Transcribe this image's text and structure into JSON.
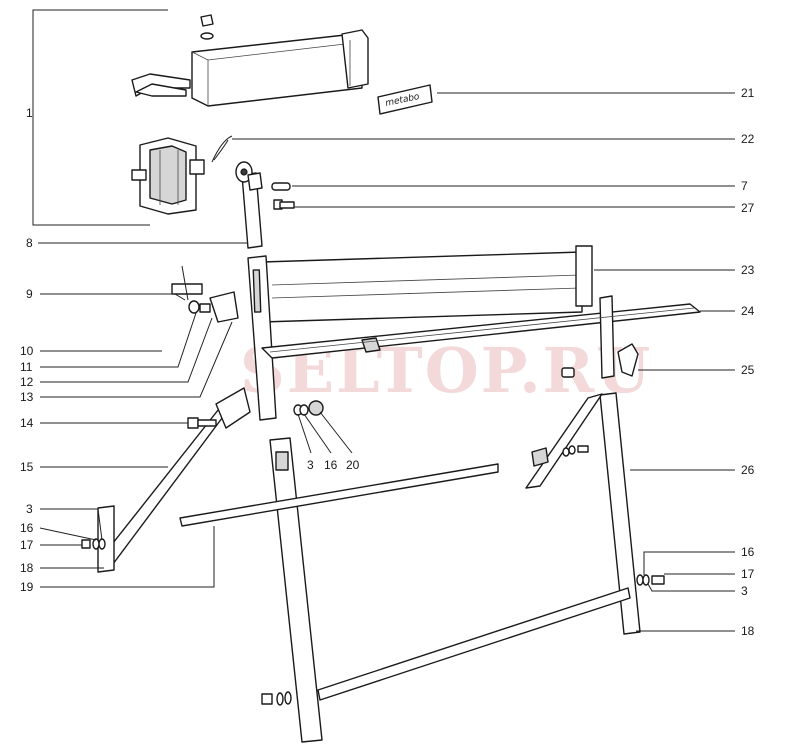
{
  "watermark": "SELTOP.RU",
  "brand_plate": "metabo",
  "callouts": {
    "c1": "1",
    "c21": "21",
    "c22": "22",
    "c7": "7",
    "c27": "27",
    "c8": "8",
    "c23": "23",
    "c9": "9",
    "c24": "24",
    "c10": "10",
    "c11": "11",
    "c12": "12",
    "c13": "13",
    "c25": "25",
    "c14": "14",
    "c3a": "3",
    "c16a": "16",
    "c20": "20",
    "c15": "15",
    "c26": "26",
    "c3b": "3",
    "c16b": "16",
    "c17a": "17",
    "c18a": "18",
    "c19": "19",
    "c16c": "16",
    "c17b": "17",
    "c3c": "3",
    "c18b": "18"
  },
  "colors": {
    "line": "#222222",
    "watermark": "#e9b9b9",
    "background": "#ffffff"
  }
}
